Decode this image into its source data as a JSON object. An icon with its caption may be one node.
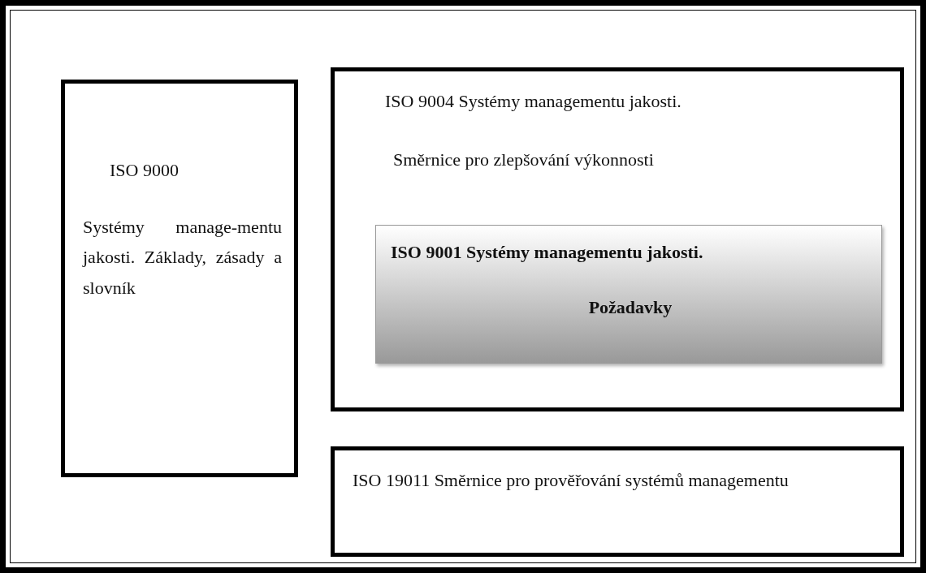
{
  "diagram": {
    "nodes": [
      {
        "text": [],
        "shape": "box"
      },
      {
        "text": [
          "ISO 9000",
          "Systémy manage-mentu jakosti. Základy, zásady a slovník"
        ],
        "in": 0
      },
      {
        "text": [
          "ISO 9004 Systémy managementu jakosti.",
          "Směrnice pro zlepšování výkonnosti"
        ],
        "in": 0
      },
      {
        "text": [
          "ISO 9001 Systémy managementu jakosti.",
          "Požadavky"
        ],
        "in": 2
      },
      {
        "text": [
          "ISO 19011 Směrnice pro prověřování systémů managementu"
        ],
        "in": 0
      }
    ]
  }
}
